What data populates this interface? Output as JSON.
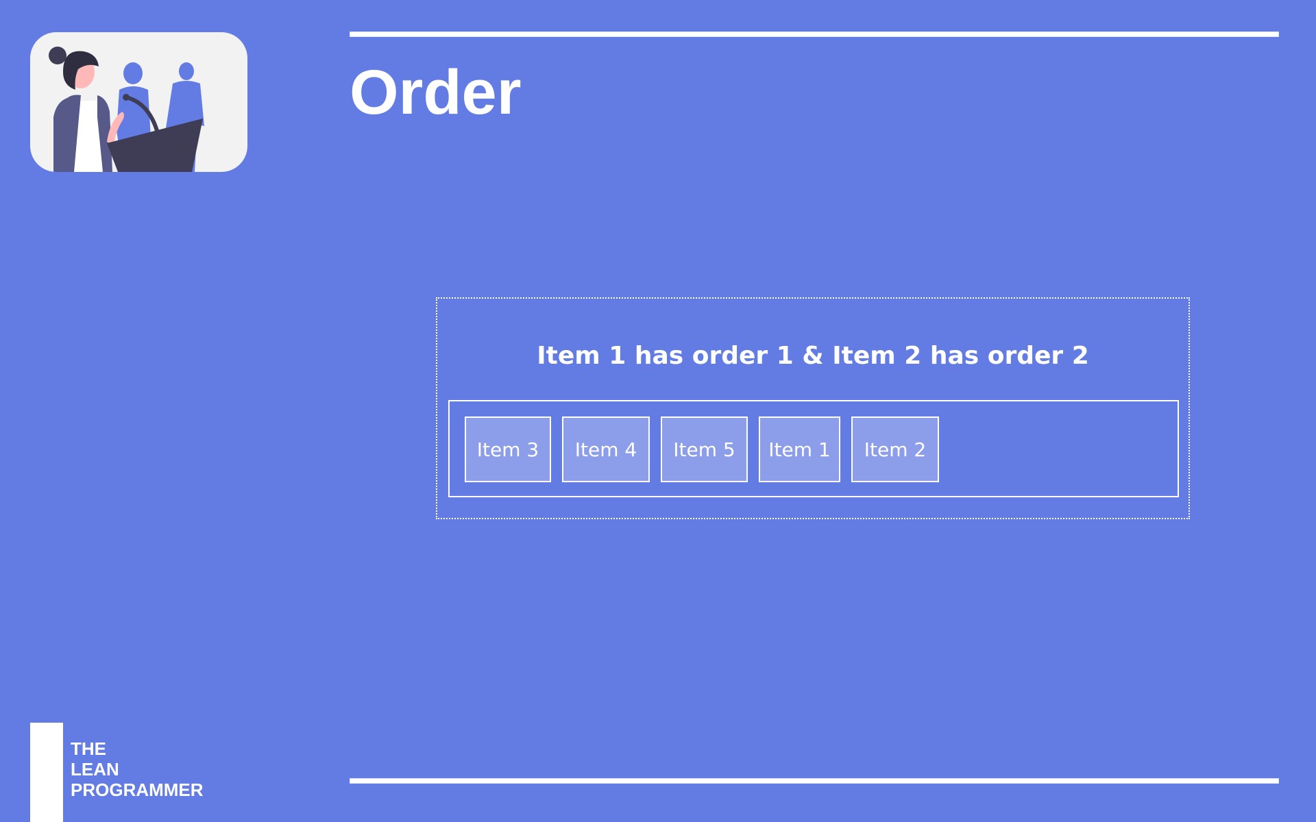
{
  "slide": {
    "title": "Order"
  },
  "demo": {
    "caption": "Item 1 has order 1 & Item 2 has order 2",
    "items": [
      "Item 3",
      "Item 4",
      "Item 5",
      "Item 1",
      "Item 2"
    ]
  },
  "brand": {
    "lines": [
      "THE",
      "LEAN",
      "PROGRAMMER"
    ]
  },
  "colors": {
    "background": "#637ce3",
    "item_fill": "#8c9de9",
    "foreground": "#ffffff"
  },
  "icons": {
    "illustration": "presenter-at-podium-illustration"
  }
}
